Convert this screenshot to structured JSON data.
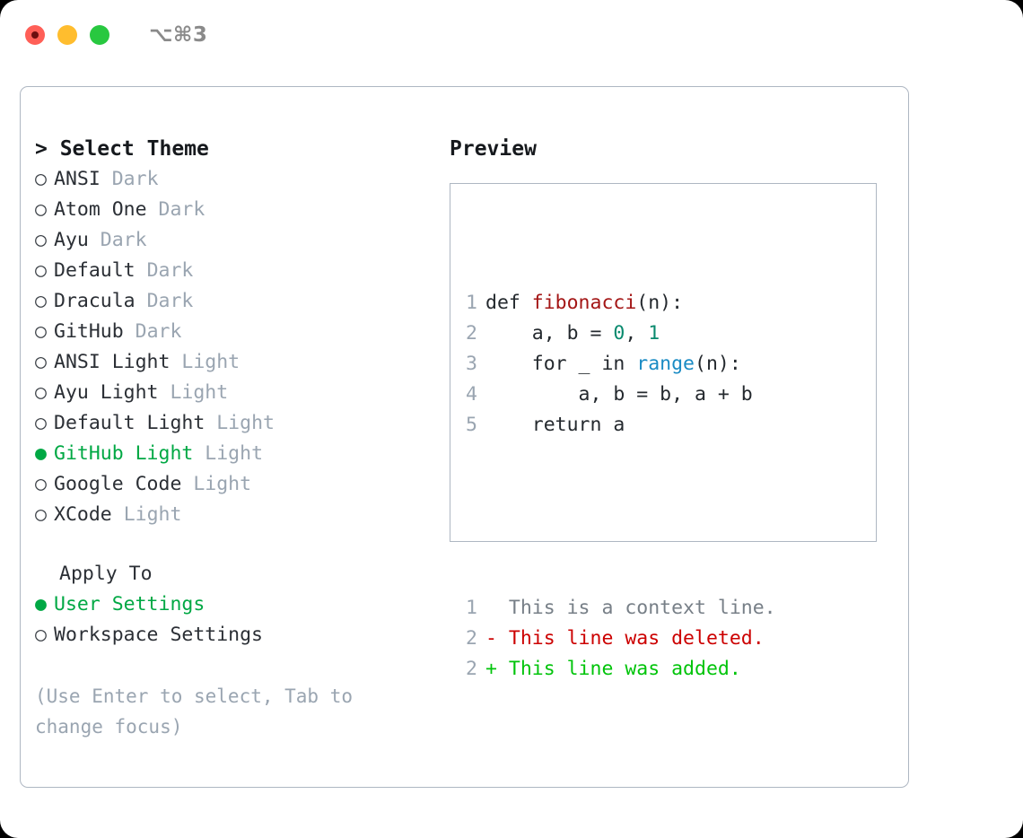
{
  "titlebar": {
    "shortcut": "⌥⌘3",
    "buttons": [
      {
        "name": "close",
        "color": "#ff5f57"
      },
      {
        "name": "minimize",
        "color": "#ffbd2e"
      },
      {
        "name": "maximize",
        "color": "#28c840"
      }
    ]
  },
  "theme_picker": {
    "heading": "> Select Theme",
    "bullet_unselected": "○",
    "bullet_selected": "●",
    "selected_color": "#00a844",
    "items": [
      {
        "name": "ANSI",
        "category": "Dark",
        "selected": false
      },
      {
        "name": "Atom One",
        "category": "Dark",
        "selected": false
      },
      {
        "name": "Ayu",
        "category": "Dark",
        "selected": false
      },
      {
        "name": "Default",
        "category": "Dark",
        "selected": false
      },
      {
        "name": "Dracula",
        "category": "Dark",
        "selected": false
      },
      {
        "name": "GitHub",
        "category": "Dark",
        "selected": false
      },
      {
        "name": "ANSI Light",
        "category": "Light",
        "selected": false
      },
      {
        "name": "Ayu Light",
        "category": "Light",
        "selected": false
      },
      {
        "name": "Default Light",
        "category": "Light",
        "selected": false
      },
      {
        "name": "GitHub Light",
        "category": "Light",
        "selected": true
      },
      {
        "name": "Google Code",
        "category": "Light",
        "selected": false
      },
      {
        "name": "XCode",
        "category": "Light",
        "selected": false
      }
    ]
  },
  "apply_to": {
    "heading": "Apply To",
    "items": [
      {
        "name": "User Settings",
        "selected": true
      },
      {
        "name": "Workspace Settings",
        "selected": false
      }
    ]
  },
  "hint": "(Use Enter to select, Tab to change focus)",
  "preview": {
    "title": "Preview",
    "code_lines": [
      {
        "n": "1",
        "tokens": [
          {
            "t": "def ",
            "cls": "tok-plain"
          },
          {
            "t": "fibonacci",
            "cls": "tok-func"
          },
          {
            "t": "(n):",
            "cls": "tok-plain"
          }
        ]
      },
      {
        "n": "2",
        "tokens": [
          {
            "t": "    a, b = ",
            "cls": "tok-plain"
          },
          {
            "t": "0",
            "cls": "tok-num"
          },
          {
            "t": ", ",
            "cls": "tok-plain"
          },
          {
            "t": "1",
            "cls": "tok-num"
          }
        ]
      },
      {
        "n": "3",
        "tokens": [
          {
            "t": "    for _ in ",
            "cls": "tok-plain"
          },
          {
            "t": "range",
            "cls": "tok-builtin"
          },
          {
            "t": "(n):",
            "cls": "tok-plain"
          }
        ]
      },
      {
        "n": "4",
        "tokens": [
          {
            "t": "        a, b = b, a + b",
            "cls": "tok-plain"
          }
        ]
      },
      {
        "n": "5",
        "tokens": [
          {
            "t": "    return a",
            "cls": "tok-plain"
          }
        ]
      }
    ],
    "diff_lines": [
      {
        "n": "1",
        "marker": "  ",
        "text": "This is a context line.",
        "cls": "diff-ctx"
      },
      {
        "n": "2",
        "marker": "- ",
        "text": "This line was deleted.",
        "cls": "diff-del"
      },
      {
        "n": "2",
        "marker": "+ ",
        "text": "This line was added.",
        "cls": "diff-add"
      }
    ]
  }
}
